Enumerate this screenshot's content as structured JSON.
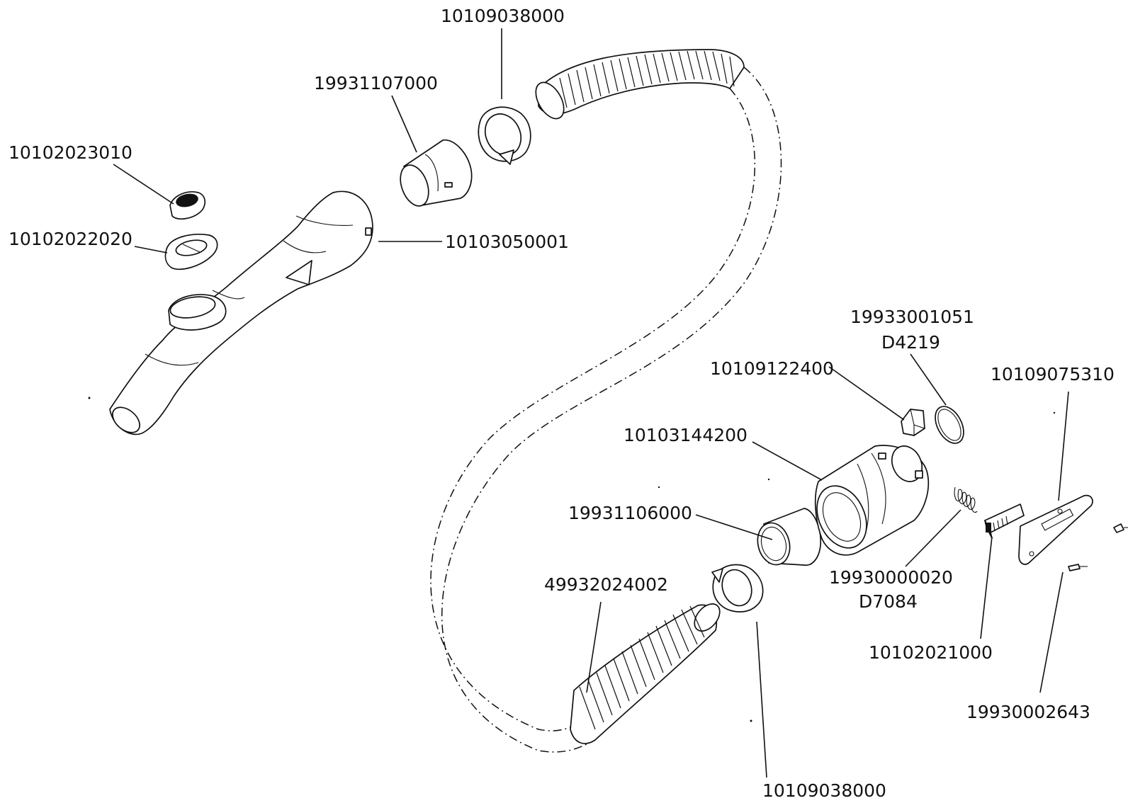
{
  "labels": {
    "hose_clamp_top": "10109038000",
    "hose_clamp_bottom": "10109038000",
    "sleeve_top": "19931107000",
    "sleeve_bottom": "19931106000",
    "slider_cap": "10102023010",
    "slider_frame": "10102022020",
    "handle": "10103050001",
    "hose": "49932024002",
    "connector_body": "10103144200",
    "latch_button": "10109122400",
    "o_ring": "19933001051",
    "o_ring_code": "D4219",
    "cover_plate": "10109075310",
    "spring": "19930000020",
    "spring_code": "D7084",
    "contact_strip": "10102021000",
    "screw": "19930002643"
  }
}
